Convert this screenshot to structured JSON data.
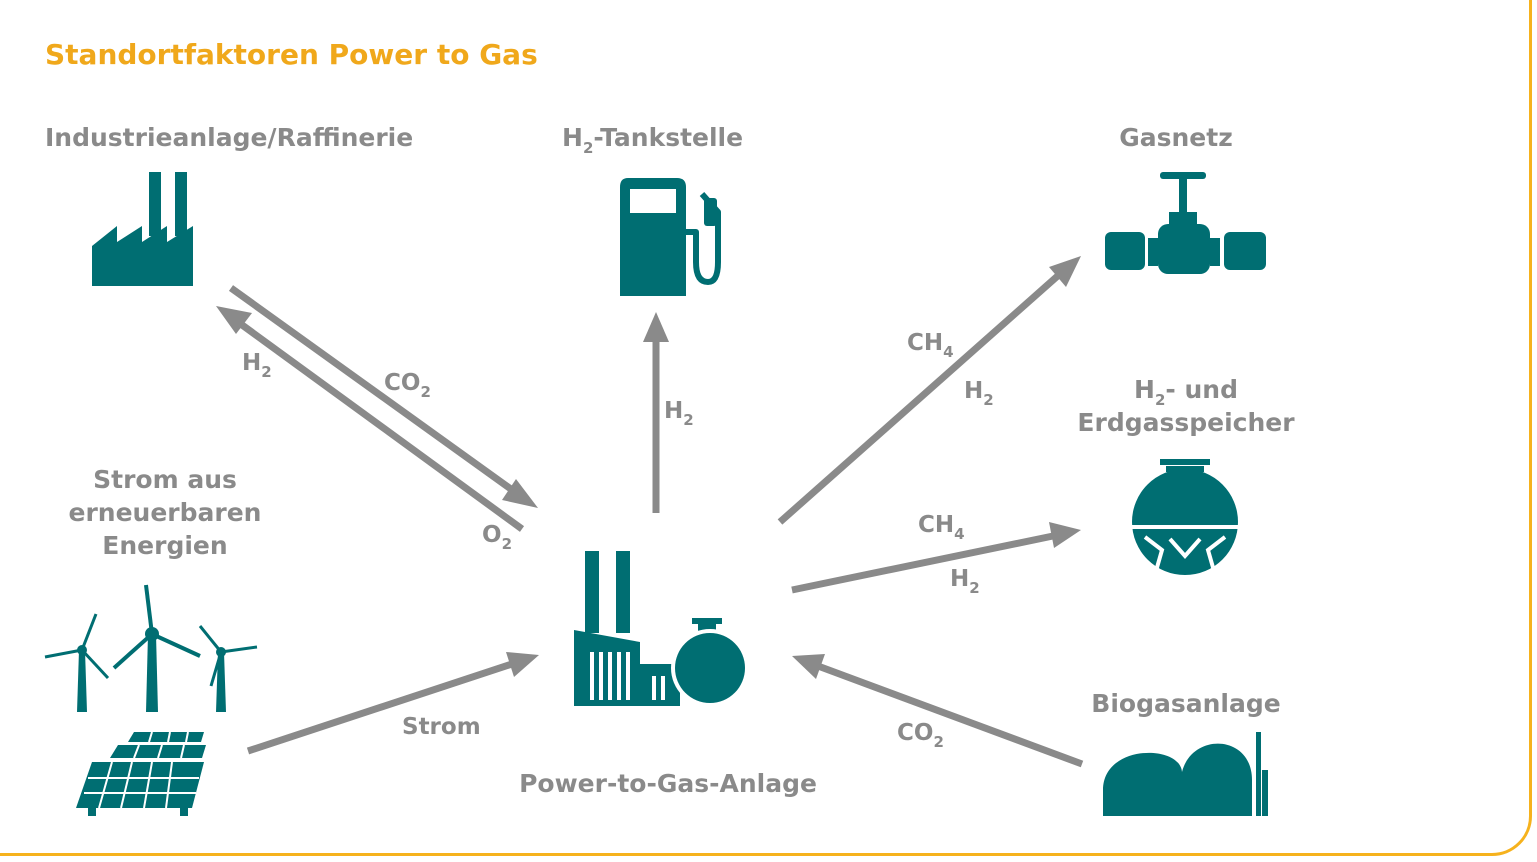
{
  "title": "Standortfaktoren Power to Gas",
  "nodes": {
    "industrie": {
      "label": "Industrieanlage/Raffinerie",
      "icon": "factory-icon"
    },
    "tankstelle": {
      "label_prefix": "H",
      "label_sub": "2",
      "label_suffix": "-Tankstelle",
      "icon": "fuel-pump-icon"
    },
    "gasnetz": {
      "label": "Gasnetz",
      "icon": "pipe-valve-icon"
    },
    "speicher": {
      "label_line1_prefix": "H",
      "label_line1_sub": "2",
      "label_line1_suffix": "- und",
      "label_line2": "Erdgasspeicher",
      "icon": "gas-tank-sphere-icon"
    },
    "strom": {
      "label_lines": [
        "Strom aus",
        "erneuerbaren",
        "Energien"
      ],
      "icons": [
        "wind-turbine-icon",
        "solar-panel-icon"
      ]
    },
    "anlage": {
      "label": "Power-to-Gas-Anlage",
      "icon": "power-to-gas-plant-icon"
    },
    "biogas": {
      "label": "Biogasanlage",
      "icon": "biogas-plant-icon"
    }
  },
  "flows": {
    "industrie_h2": {
      "main": "H",
      "sub": "2"
    },
    "industrie_co2": {
      "main": "CO",
      "sub": "2"
    },
    "industrie_o2": {
      "main": "O",
      "sub": "2"
    },
    "tankstelle_h2": {
      "main": "H",
      "sub": "2"
    },
    "gasnetz_ch4": {
      "main": "CH",
      "sub": "4"
    },
    "gasnetz_h2": {
      "main": "H",
      "sub": "2"
    },
    "speicher_ch4": {
      "main": "CH",
      "sub": "4"
    },
    "speicher_h2": {
      "main": "H",
      "sub": "2"
    },
    "strom": {
      "main": "Strom"
    },
    "biogas_co2": {
      "main": "CO",
      "sub": "2"
    }
  },
  "colors": {
    "accent": "#f0a81b",
    "icon": "#006e72",
    "text": "#8a8a8a",
    "border": "#f6b21d"
  }
}
